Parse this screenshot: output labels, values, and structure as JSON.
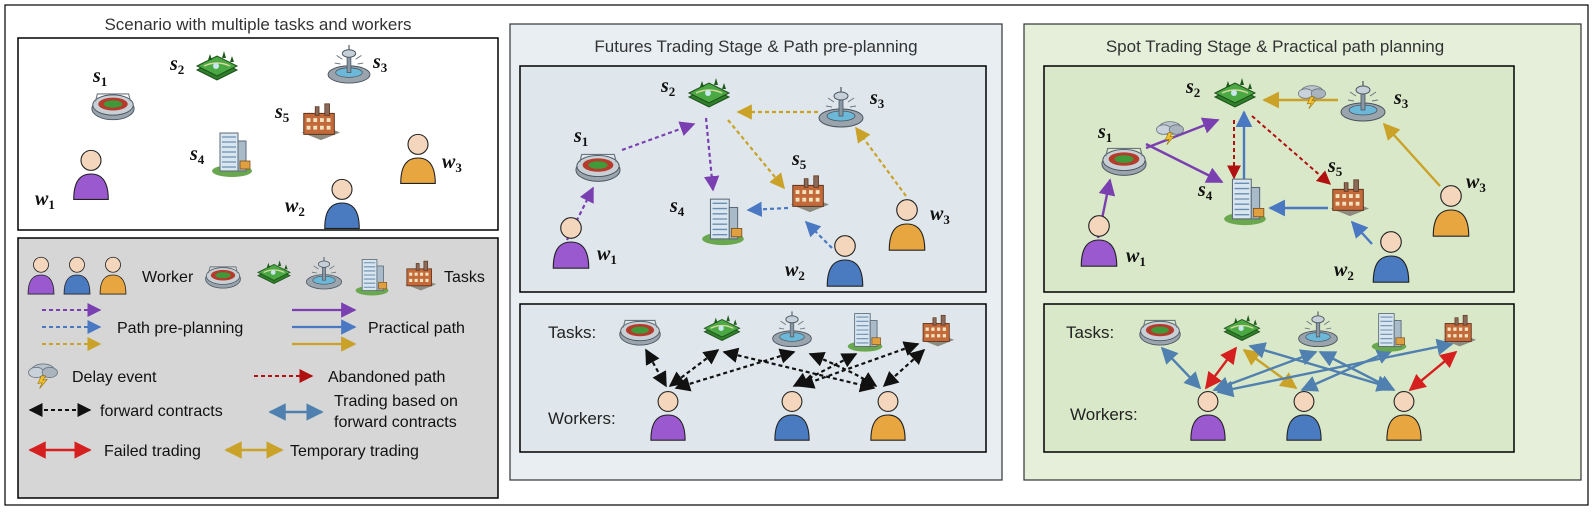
{
  "panels": {
    "scenario_title": "Scenario with multiple tasks  and workers",
    "futures_title": "Futures Trading Stage & Path pre-planning",
    "spot_title": "Spot Trading Stage & Practical path planning"
  },
  "symbols": {
    "s": "s",
    "w": "w",
    "idx1": "1",
    "idx2": "2",
    "idx3": "3",
    "idx4": "4",
    "idx5": "5"
  },
  "legend": {
    "worker": "Worker",
    "tasks": "Tasks",
    "path_preplanning": "Path pre-planning",
    "practical_path": "Practical path",
    "delay_event": "Delay event",
    "abandoned_path": "Abandoned path",
    "forward_contracts": "forward contracts",
    "trading_forward_1": "Trading based on",
    "trading_forward_2": "forward contracts",
    "failed_trading": "Failed trading",
    "temporary_trading": "Temporary trading"
  },
  "bipartite": {
    "tasks_label": "Tasks:",
    "workers_label": "Workers:"
  },
  "colors": {
    "purple": "#7a3fb0",
    "blue": "#4a78c2",
    "gold": "#c9a227",
    "red": "#d62020",
    "darkred": "#b01010",
    "black": "#111111",
    "steel": "#4f80b0",
    "panel_blue": "#e8eef2",
    "panel_green": "#e5efd9",
    "panel_gray": "#d6d6d6"
  }
}
